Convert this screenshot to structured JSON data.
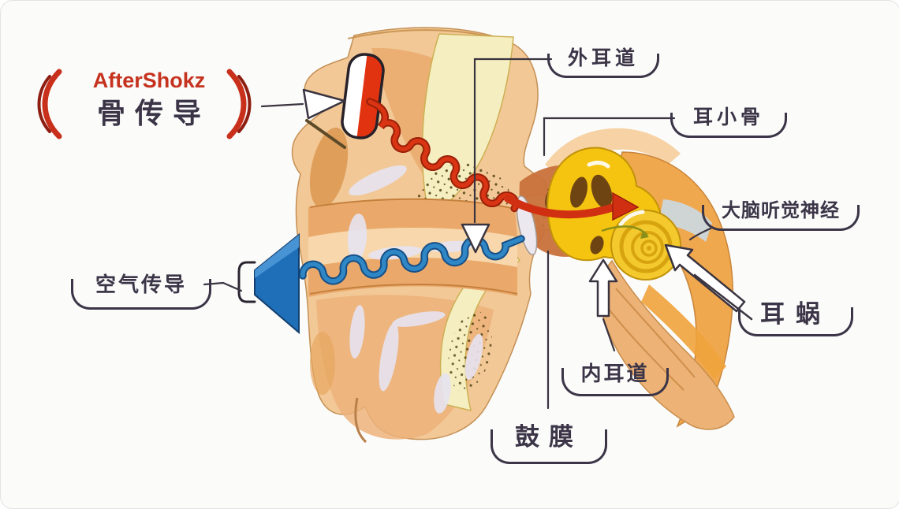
{
  "brand": {
    "name": "AfterShokz",
    "product_label": "骨传导"
  },
  "labels": {
    "air_conduction": "空气传导",
    "outer_ear_canal": "外耳道",
    "ossicles": "耳小骨",
    "brain_auditory_nerve": "大脑听觉神经",
    "cochlea": "耳蜗",
    "internal_ear_canal": "内耳道",
    "eardrum": "鼓膜"
  },
  "colors": {
    "background": "#fbfbfa",
    "label_text": "#3b3547",
    "brand_red": "#c5331f",
    "bone_wave_red": "#d93413",
    "air_wave_blue": "#2f87c6",
    "speaker_blue": "#1e6fb8",
    "inner_ear_yellow": "#f5c411",
    "flesh": "#f2c896",
    "bone_cream": "#f5eec0"
  }
}
